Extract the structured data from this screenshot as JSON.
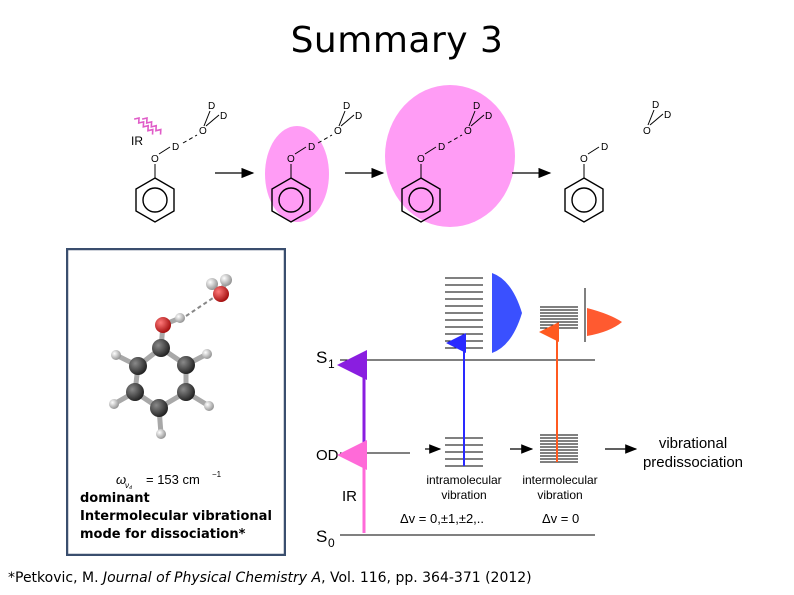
{
  "title": "Summary 3",
  "mechanism": {
    "atoms": {
      "deuterium": "D",
      "oxygen": "O"
    },
    "ir_label": "IR",
    "colors": {
      "highlight": "#ff9cf5",
      "ir_wave": "#e05cc8",
      "arrow": "#000000"
    }
  },
  "inset": {
    "frequency_label": "ω",
    "frequency_subscript": "ν₄",
    "frequency_value": "= 153 cm",
    "frequency_exponent": "−1",
    "caption_lines": [
      "dominant",
      "Intermolecular vibrational",
      "mode for dissociation*"
    ],
    "colors": {
      "frame": "#3a4e6e",
      "carbon": "#333333",
      "oxygen": "#d81e1e",
      "hydrogen": "#e6e6e6"
    }
  },
  "energy_diagram": {
    "level_s1": "S",
    "level_s1_sub": "1",
    "level_od": "OD",
    "level_s0": "S",
    "level_s0_sub": "0",
    "ir_label": "IR",
    "intramolecular_label": [
      "intramolecular",
      "vibration"
    ],
    "intermolecular_label": [
      "intermolecular",
      "vibration"
    ],
    "delta_v_intra": "Δv = 0,±1,±2,..",
    "delta_v_inter": "Δv = 0",
    "vibrational_label": [
      "vibrational",
      "predissociation"
    ],
    "colors": {
      "ir_arrow": "#8a1ee0",
      "ir_arrow_light": "#ff6ad8",
      "blue": "#2a2aff",
      "orange": "#ff5a20",
      "blue_fill": "#3a50ff",
      "orange_fill": "#ff5a30"
    }
  },
  "citation": {
    "prefix": "*Petkovic, M. ",
    "journal": "Journal of Physical Chemistry A",
    "suffix": ", Vol. 116, pp. 364-371 (2012)"
  }
}
